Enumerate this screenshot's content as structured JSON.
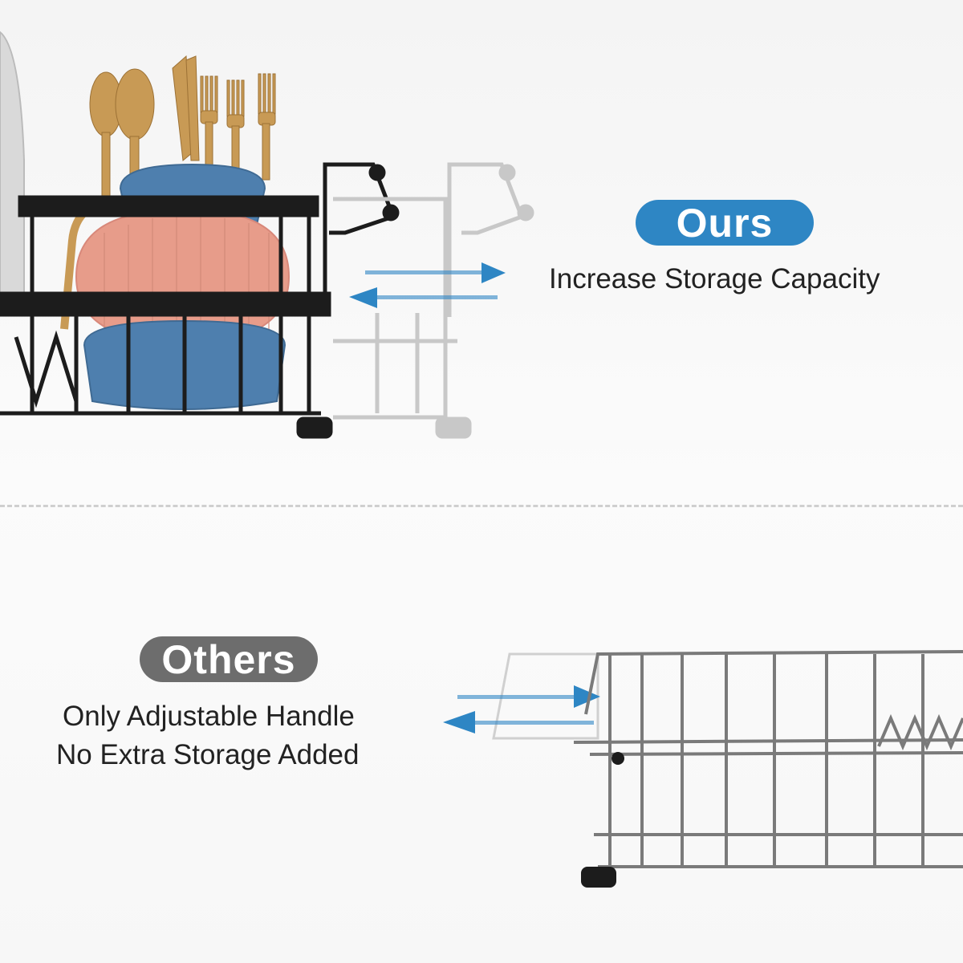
{
  "ours": {
    "badge": "Ours",
    "caption": "Increase Storage Capacity"
  },
  "others": {
    "badge": "Others",
    "caption_line1": "Only Adjustable Handle",
    "caption_line2": "No Extra Storage Added"
  },
  "colors": {
    "ours_badge": "#2e86c4",
    "others_badge": "#6d6d6d",
    "arrow_blue": "#2e86c4",
    "rack_black": "#1c1c1c",
    "bowl_pink": "#e79c8a",
    "bowl_blue": "#4e7fae",
    "cutlery_gold": "#c89a55"
  }
}
